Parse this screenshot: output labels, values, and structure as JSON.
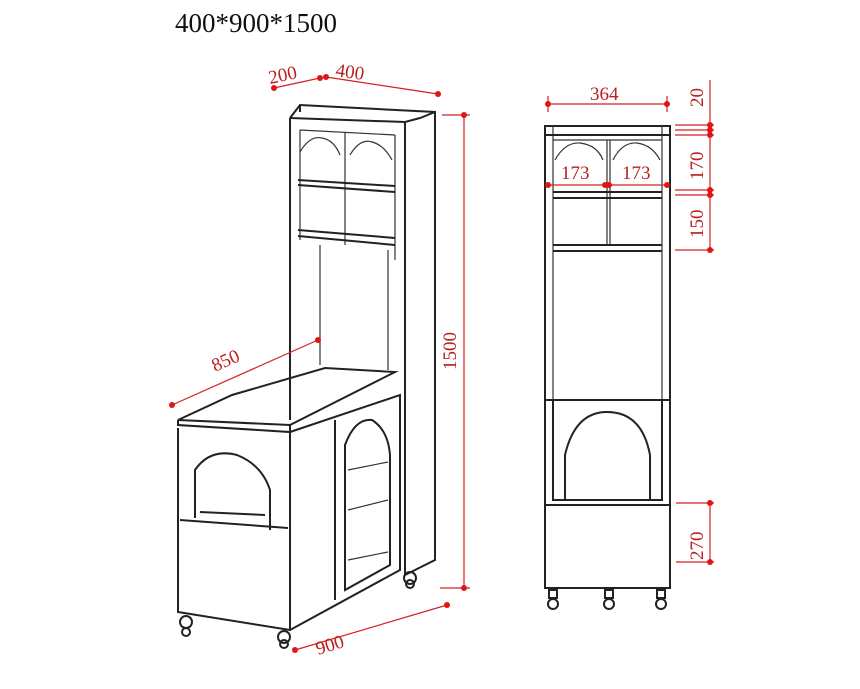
{
  "title": "400*900*1500",
  "dimensions": {
    "iso_depth_top": "200",
    "iso_width_top": "400",
    "iso_desk": "850",
    "iso_height": "1500",
    "iso_base": "900",
    "front_width": "364",
    "front_top_rail": "20",
    "front_cell_left": "173",
    "front_cell_right": "173",
    "front_upper_shelf": "170",
    "front_lower_shelf": "150",
    "front_base_panel": "270"
  },
  "colors": {
    "dimension": "#d42020",
    "line": "#222222"
  }
}
